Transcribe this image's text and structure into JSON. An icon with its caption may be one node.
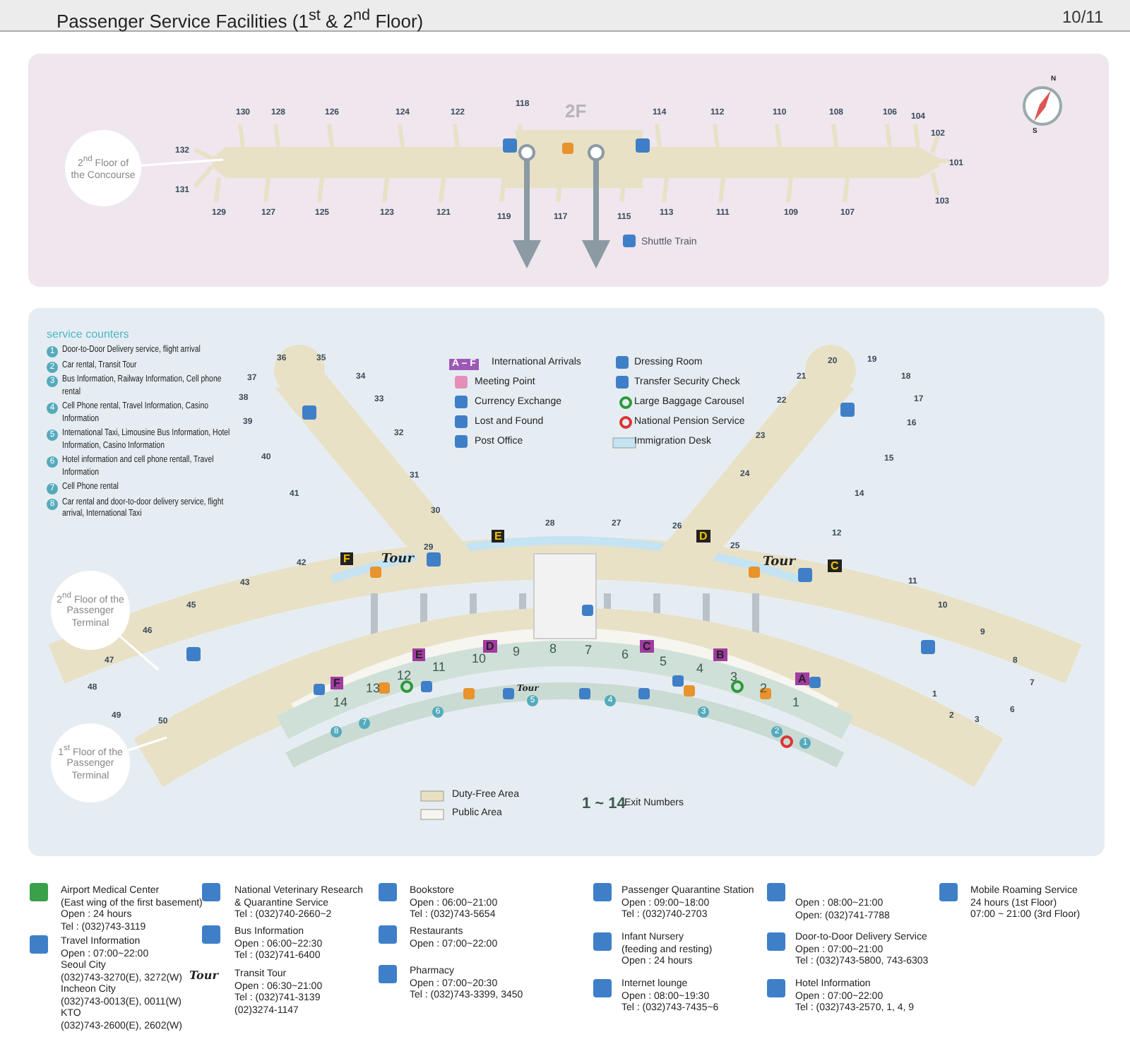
{
  "diagram": {
    "title": "Passenger Service Facilities (1$^{st}$ & 2$^{nd}$ Floor)",
    "nodes": [
      {
        "text": [
          "2$^{nd}$ Floor of the Concourse"
        ]
      },
      {
        "text": [
          "2$^{nd}$ Floor of the Passenger Terminal"
        ]
      },
      {
        "text": [
          "1$^{st}$ Floor of the Passenger Terminal"
        ]
      }
    ],
    "edges": [
      {
        "from": 0,
        "to": null,
        "arrow": "none"
      },
      {
        "from": 1,
        "to": null,
        "arrow": "none"
      },
      {
        "from": 2,
        "to": null,
        "arrow": "none"
      }
    ],
    "labels": [
      "10/11",
      "2F",
      "130",
      "128",
      "126",
      "124",
      "122",
      "118",
      "114",
      "112",
      "110",
      "108",
      "106",
      "104",
      "102",
      "101",
      "103",
      "132",
      "131",
      "129",
      "127",
      "125",
      "123",
      "121",
      "119",
      "117",
      "115",
      "113",
      "111",
      "109",
      "107",
      "Shuttle Train",
      "N",
      "S",
      "service counters",
      "1",
      "Door-to-Door Delivery service, flight arrival",
      "2",
      "Car rental, Transit Tour",
      "3",
      "Bus Information, Railway Information, Cell phone rental",
      "4",
      "Cell Phone rental, Travel Information, Casino Information",
      "5",
      "International Taxi, Limousine Bus Information, Hotel Information, Casino Information",
      "6",
      "Hotel information and cell phone rentall, Travel Information",
      "7",
      "Cell Phone rental",
      "8",
      "Car rental and door-to-door delivery service, flight arrival, International Taxi",
      "A – F",
      "36",
      "35",
      "37",
      "34",
      "38",
      "33",
      "39",
      "32",
      "40",
      "31",
      "41",
      "30",
      "29",
      "28",
      "27",
      "26",
      "25",
      "20",
      "19",
      "21",
      "18",
      "22",
      "17",
      "16",
      "23",
      "15",
      "24",
      "14",
      "12",
      "11",
      "42",
      "43",
      "45",
      "46",
      "47",
      "48",
      "49",
      "50",
      "10",
      "9",
      "8",
      "7",
      "1",
      "2",
      "3",
      "6",
      "F",
      "E",
      "D",
      "C",
      "Tour",
      "Tour",
      "F",
      "E",
      "D",
      "C",
      "B",
      "A",
      "Tour",
      "8",
      "7",
      "6",
      "5",
      "4",
      "3",
      "2",
      "1",
      "14",
      "13",
      "12",
      "11",
      "10",
      "9",
      "8",
      "7",
      "6",
      "5",
      "4",
      "3",
      "2",
      "1",
      "1 ~ 14",
      "Exit Numbers",
      "Airport Medical Center",
      "(East wing of the first basement)",
      "Open : 24 hours",
      "Tel : (032)743-3119",
      "Travel Information",
      "Open : 07:00~22:00",
      "Seoul City",
      "(032)743-3270(E), 3272(W)",
      "Incheon City",
      "(032)743-0013(E), 0011(W)",
      "KTO",
      "(032)743-2600(E), 2602(W)",
      "National Veterinary Research",
      "& Quarantine Service",
      "Tel : (032)740-2660~2",
      "Bus Information",
      "Open : 06:00~22:30",
      "Tel : (032)741-6400",
      "Tour",
      "Transit Tour",
      "Open : 06:30~21:00",
      "Tel : (032)741-3139",
      "(02)3274-1147",
      "Bookstore",
      "Open : 06:00~21:00",
      "Tel : (032)743-5654",
      "Restaurants",
      "Open : 07:00~22:00",
      "Pharmacy",
      "Open : 07:00~20:30",
      "Tel : (032)743-3399, 3450",
      "Passenger Quarantine Station",
      "Open : 09:00~18:00",
      "Tel : (032)740-2703",
      "Infant Nursery",
      "(feeding and resting)",
      "Open : 24 hours",
      "Internet lounge",
      "Open : 08:00~19:30",
      "Tel : (032)743-7435~6",
      "Open : 08:00~21:00",
      "Open: (032)741-7788",
      "Door-to-Door Delivery Service",
      "Open : 07:00~21:00",
      "Tel : (032)743-5800, 743-6303",
      "Hotel Information",
      "Open : 07:00~22:00",
      "Tel : (032)743-2570, 1, 4, 9",
      "Mobile Roaming Service",
      "24 hours (1st Floor)",
      "07:00 ~ 21:00 (3rd Floor)"
    ],
    "legend": [
      {
        "text": "International Arrivals"
      },
      {
        "text": "Meeting Point"
      },
      {
        "text": "Currency Exchange"
      },
      {
        "text": "Lost and Found"
      },
      {
        "text": "Post Office"
      },
      {
        "text": "Dressing Room"
      },
      {
        "text": "Transfer Security Check"
      },
      {
        "text": "Large Baggage Carousel"
      },
      {
        "text": "National Pension Service"
      },
      {
        "text": "Immigration Desk",
        "color": "#c4e3f3"
      },
      {
        "text": "Duty-Free Area",
        "color": "#e9e0c2"
      },
      {
        "text": "Public Area",
        "color": "#f6f5ef"
      }
    ]
  }
}
